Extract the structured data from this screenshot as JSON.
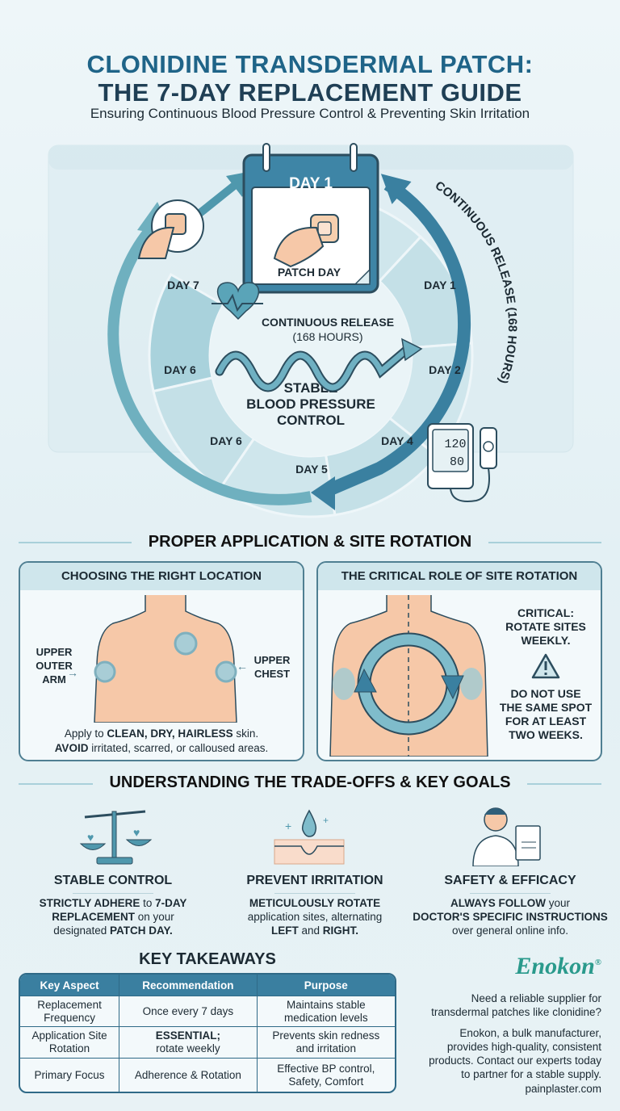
{
  "header": {
    "title_line1": "CLONIDINE TRANSDERMAL PATCH:",
    "title_line2": "THE 7-DAY REPLACEMENT GUIDE",
    "subtitle": "Ensuring Continuous Blood Pressure Control & Preventing Skin Irritation"
  },
  "cycle": {
    "calendar_day": "DAY 1",
    "calendar_caption": "PATCH DAY",
    "outer_arc_label": "CONTINUOUS RELEASE (168 HOURS)",
    "segments": [
      "DAY 1",
      "DAY 2",
      "DAY 4",
      "DAY 5",
      "DAY 6",
      "DAY 6",
      "DAY 7"
    ],
    "center_release_line1": "CONTINUOUS RELEASE",
    "center_release_line2": "(168 HOURS)",
    "center_goal_line1": "STABLE",
    "center_goal_line2": "BLOOD PRESSURE",
    "center_goal_line3": "CONTROL",
    "monitor_systolic": "120",
    "monitor_diastolic": "80",
    "icons": [
      "calendar-icon",
      "hand-patch-icon",
      "heart-pulse-icon",
      "wave-arrow-icon",
      "bp-monitor-icon",
      "remove-patch-icon"
    ]
  },
  "application": {
    "heading": "PROPER APPLICATION & SITE ROTATION",
    "location_panel": {
      "title": "CHOOSING THE RIGHT LOCATION",
      "label_left": [
        "UPPER",
        "OUTER",
        "ARM"
      ],
      "label_right": [
        "UPPER",
        "CHEST"
      ],
      "caption": [
        {
          "t": "Apply to ",
          "b": false
        },
        {
          "t": "CLEAN, DRY, HAIRLESS",
          "b": true
        },
        {
          "t": " skin.",
          "b": false
        }
      ],
      "caption2": [
        {
          "t": "AVOID",
          "b": true
        },
        {
          "t": " irritated, scarred, or calloused areas.",
          "b": false
        }
      ]
    },
    "rotation_panel": {
      "title": "THE CRITICAL ROLE OF SITE ROTATION",
      "critical": [
        "CRITICAL:",
        "ROTATE SITES",
        "WEEKLY."
      ],
      "warning": [
        "DO NOT USE",
        "THE SAME SPOT",
        "FOR AT LEAST",
        "TWO WEEKS."
      ]
    }
  },
  "goals": {
    "heading": "UNDERSTANDING THE TRADE-OFFS & KEY GOALS",
    "items": [
      {
        "icon": "balance-scale-icon",
        "title": "STABLE CONTROL",
        "lines": [
          [
            {
              "t": "STRICTLY ADHERE",
              "b": true
            },
            {
              "t": " to ",
              "b": false
            },
            {
              "t": "7-DAY",
              "b": true
            }
          ],
          [
            {
              "t": "REPLACEMENT",
              "b": true
            },
            {
              "t": " on your",
              "b": false
            }
          ],
          [
            {
              "t": "designated ",
              "b": false
            },
            {
              "t": "PATCH DAY.",
              "b": true
            }
          ]
        ]
      },
      {
        "icon": "skin-drop-icon",
        "title": "PREVENT IRRITATION",
        "lines": [
          [
            {
              "t": "METICULOUSLY ROTATE",
              "b": true
            }
          ],
          [
            {
              "t": "application sites, alternating",
              "b": false
            }
          ],
          [
            {
              "t": "LEFT",
              "b": true
            },
            {
              "t": " and ",
              "b": false
            },
            {
              "t": "RIGHT.",
              "b": true
            }
          ]
        ]
      },
      {
        "icon": "doctor-icon",
        "title": "SAFETY & EFFICACY",
        "lines": [
          [
            {
              "t": "ALWAYS FOLLOW",
              "b": true
            },
            {
              "t": " your",
              "b": false
            }
          ],
          [
            {
              "t": "DOCTOR'S SPECIFIC INSTRUCTIONS",
              "b": true
            }
          ],
          [
            {
              "t": "over general online info.",
              "b": false
            }
          ]
        ]
      }
    ]
  },
  "takeaways": {
    "heading": "KEY TAKEAWAYS",
    "columns": [
      "Key Aspect",
      "Recommendation",
      "Purpose"
    ],
    "rows": [
      [
        [
          "Replacement",
          "Frequency"
        ],
        [
          "Once every 7 days"
        ],
        [
          "Maintains stable",
          "medication levels"
        ]
      ],
      [
        [
          "Application Site",
          "Rotation"
        ],
        [
          "ESSENTIAL;",
          "rotate weekly"
        ],
        [
          "Prevents skin redness",
          "and irritation"
        ]
      ],
      [
        [
          "Primary Focus"
        ],
        [
          "Adherence & Rotation"
        ],
        [
          "Effective BP control,",
          "Safety, Comfort"
        ]
      ]
    ]
  },
  "promo": {
    "brand": "Enokon",
    "registered": "®",
    "question": [
      "Need a reliable supplier for",
      "transdermal patches like clonidine?"
    ],
    "pitch": [
      "Enokon, a bulk manufacturer,",
      "provides high-quality, consistent",
      "products. Contact our experts today",
      "to partner for a stable supply."
    ],
    "website": "painplaster.com"
  },
  "colors": {
    "primary": "#1f6488",
    "accent": "#3a7fa0",
    "ring": "#bfdde5",
    "skin": "#f6c8a8"
  }
}
